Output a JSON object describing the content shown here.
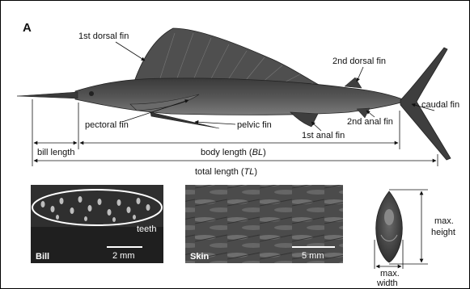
{
  "panel_letter": "A",
  "fins": {
    "first_dorsal": "1st dorsal fin",
    "second_dorsal": "2nd dorsal fin",
    "caudal": "caudal fin",
    "pectoral": "pectoral fin",
    "pelvic": "pelvic fin",
    "second_anal": "2nd anal fin",
    "first_anal": "1st anal fin"
  },
  "measures": {
    "bill_length": "bill length",
    "body_length_prefix": "body length (",
    "body_length_abbr": "BL",
    "body_length_suffix": ")",
    "total_length_prefix": "total length (",
    "total_length_abbr": "TL",
    "total_length_suffix": ")"
  },
  "insets": {
    "bill": {
      "label": "Bill",
      "scale": "2 mm",
      "annotation": "teeth"
    },
    "skin": {
      "label": "Skin",
      "scale": "5 mm"
    },
    "cross_section": {
      "height_line1": "max.",
      "height_line2": "height",
      "width_line1": "max.",
      "width_line2": "width"
    }
  },
  "colors": {
    "ink": "#111111",
    "photo_dark": "#2c2c2c",
    "teeth_ring": "#ffffff"
  }
}
